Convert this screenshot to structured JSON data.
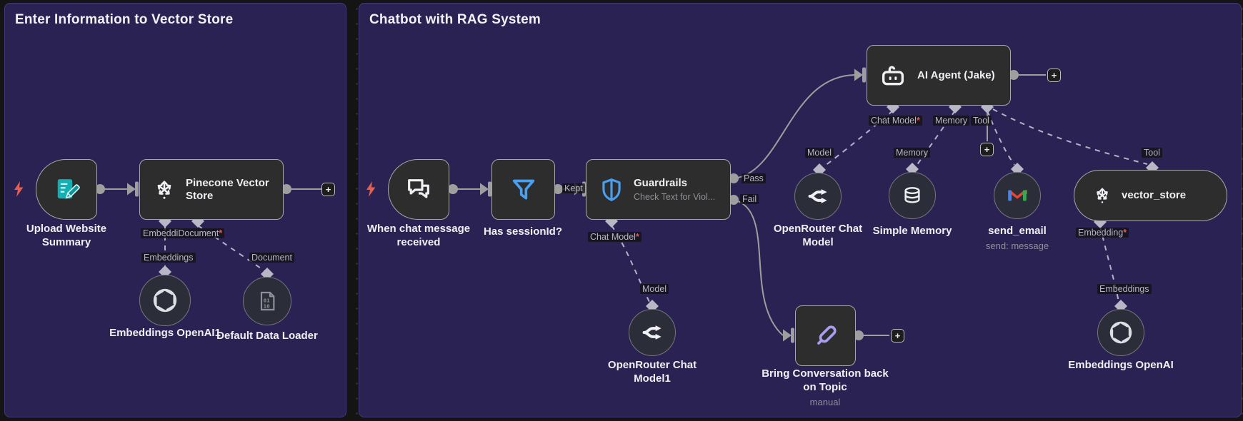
{
  "sections": {
    "left": {
      "title": "Enter Information to Vector Store"
    },
    "right": {
      "title": "Chatbot with RAG System"
    }
  },
  "nodes": {
    "upload_website_summary": {
      "label": "Upload Website Summary"
    },
    "pinecone_vector_store": {
      "title": "Pinecone Vector Store"
    },
    "embeddings_openai1": {
      "label": "Embeddings OpenAI1"
    },
    "default_data_loader": {
      "label": "Default Data Loader"
    },
    "when_chat_message_received": {
      "label": "When chat message received"
    },
    "has_sessionid": {
      "label": "Has sessionId?"
    },
    "guardrails": {
      "title": "Guardrails",
      "subtitle": "Check Text for Viol..."
    },
    "ai_agent": {
      "title": "AI Agent (Jake)"
    },
    "openrouter_chat_model": {
      "label": "OpenRouter Chat Model"
    },
    "simple_memory": {
      "label": "Simple Memory"
    },
    "send_email": {
      "label": "send_email",
      "subtitle": "send: message"
    },
    "vector_store": {
      "title": "vector_store"
    },
    "openrouter_chat_model1": {
      "label": "OpenRouter Chat Model1"
    },
    "bring_conversation_back": {
      "label": "Bring Conversation back on Topic",
      "subtitle": "manual"
    },
    "embeddings_openai": {
      "label": "Embeddings OpenAI"
    }
  },
  "wire_labels": {
    "kept": "Kept",
    "pass": "Pass",
    "fail": "Fail",
    "embeddings_left": "Embeddings",
    "document_left": "Document",
    "model_guardrails": "Model",
    "model_agent": "Model",
    "memory_agent": "Memory",
    "tool_vector_store": "Tool",
    "embeddings_right": "Embeddings"
  },
  "ports": {
    "pinecone_embedding": "Embeddi",
    "pinecone_document": "Document",
    "guardrails_chat_model": "Chat Model",
    "agent_chat_model": "Chat Model",
    "agent_memory": "Memory",
    "agent_tool": "Tool",
    "vector_store_embedding": "Embedding",
    "required_marker": "*"
  },
  "buttons": {
    "add_node": "+"
  },
  "colors": {
    "canvas": "#141414",
    "section_background": "#2a2253",
    "node_background": "#2d2d2d",
    "node_border": "#a8a8a8",
    "wire": "#9e9e9e",
    "dashed_wire": "#b4b1c9",
    "trigger_bolt": "#e4604e",
    "required_marker": "#e05c5c",
    "teal_icon": "#12b0b4",
    "blue_icon": "#4a9df0",
    "lavender_icon": "#a79df2"
  }
}
